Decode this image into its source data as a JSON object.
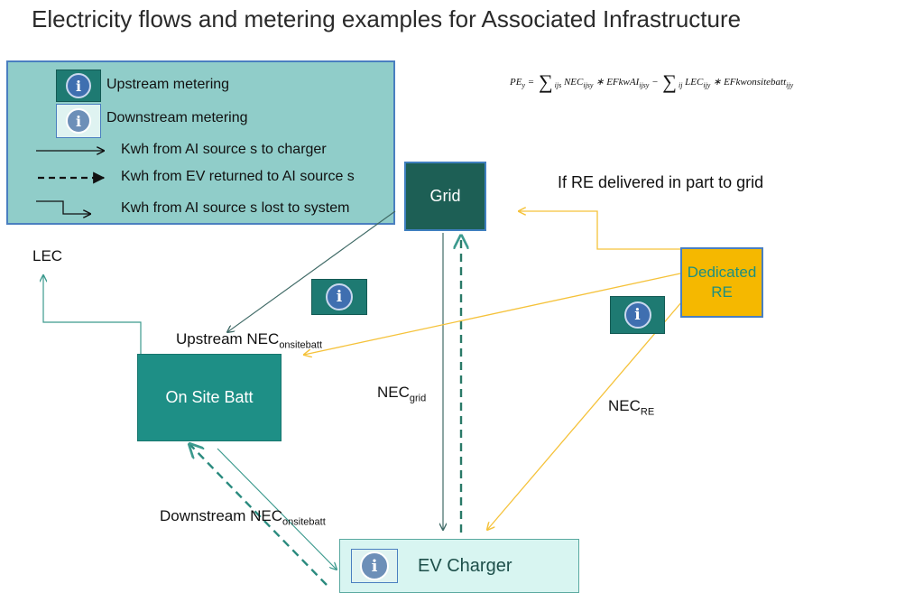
{
  "title": "Electricity flows and metering examples for Associated Infrastructure",
  "formula": {
    "lhs": "PE",
    "lhs_sub": "y",
    "eq": "=",
    "sum1_sub": "ijs",
    "term1a": "NEC",
    "term1a_sub": "ijsy",
    "term1b": "EFkwAI",
    "term1b_sub": "ijsy",
    "minus": "−",
    "sum2_sub": "ij",
    "term2a": "LEC",
    "term2a_sub": "ijy",
    "term2b": "EFkwonsitebatt",
    "term2b_sub": "ijy",
    "times": "∗",
    "sigma": "∑"
  },
  "legend": {
    "upstream_metering": "Upstream metering",
    "downstream_metering": "Downstream metering",
    "kwh_to_charger": "Kwh from AI source s to charger",
    "kwh_returned": "Kwh from EV returned to AI source s",
    "kwh_lost": "Kwh from AI source s lost to system"
  },
  "nodes": {
    "grid": "Grid",
    "dedicated_re_line1": "Dedicated",
    "dedicated_re_line2": "RE",
    "on_site_batt": "On Site Batt",
    "ev_charger": "EV Charger"
  },
  "labels": {
    "if_re": "If RE delivered in part to grid",
    "lec": "LEC",
    "upstream_nec": "Upstream NEC",
    "upstream_nec_sub": "onsitebatt",
    "downstream_nec": "Downstream NEC",
    "downstream_nec_sub": "onsitebatt",
    "nec_grid": "NEC",
    "nec_grid_sub": "grid",
    "nec_re": "NEC",
    "nec_re_sub": "RE"
  },
  "icons": {
    "info": "i"
  },
  "colors": {
    "teal_dark": "#1d5f55",
    "teal": "#1e8f86",
    "legend_bg": "#90cdc9",
    "re_yellow": "#f5b800",
    "flow_yellow": "#f5c23a",
    "flow_teal": "#3c9a8e"
  }
}
